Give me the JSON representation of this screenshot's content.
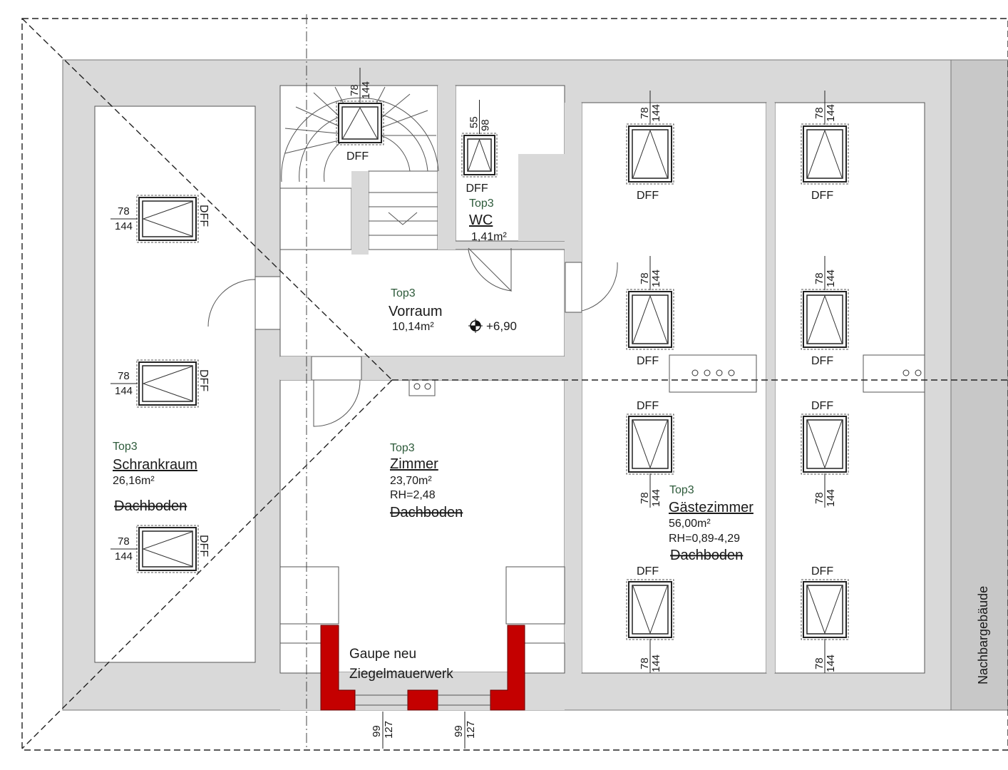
{
  "rooms": {
    "schrankraum": {
      "top": "Top3",
      "name": "Schrankraum",
      "area": "26,16m²",
      "note": "Dachboden"
    },
    "wc": {
      "top": "Top3",
      "name": "WC",
      "area": "1,41m²"
    },
    "vorraum": {
      "top": "Top3",
      "name": "Vorraum",
      "area": "10,14m²",
      "level": "+6,90"
    },
    "zimmer": {
      "top": "Top3",
      "name": "Zimmer",
      "area": "23,70m²",
      "rh": "RH=2,48",
      "note": "Dachboden"
    },
    "gaestezimmer": {
      "top": "Top3",
      "name": "Gästezimmer",
      "area": "56,00m²",
      "rh": "RH=0,89-4,29",
      "note": "Dachboden"
    }
  },
  "window_label": "DFF",
  "window_dims": {
    "w": "78",
    "h": "144"
  },
  "wc_window_dims": {
    "w": "55",
    "h": "98"
  },
  "gaupe_window_dims": {
    "w": "99",
    "h": "127"
  },
  "gaupe_note": {
    "line1": "Gaupe neu",
    "line2": "Ziegelmauerwerk"
  },
  "neighbour_building": "Nachbargebäude",
  "colors": {
    "wall": "#d9d9d9",
    "brick": "#c40000",
    "text_green": "#2d5a3a"
  }
}
